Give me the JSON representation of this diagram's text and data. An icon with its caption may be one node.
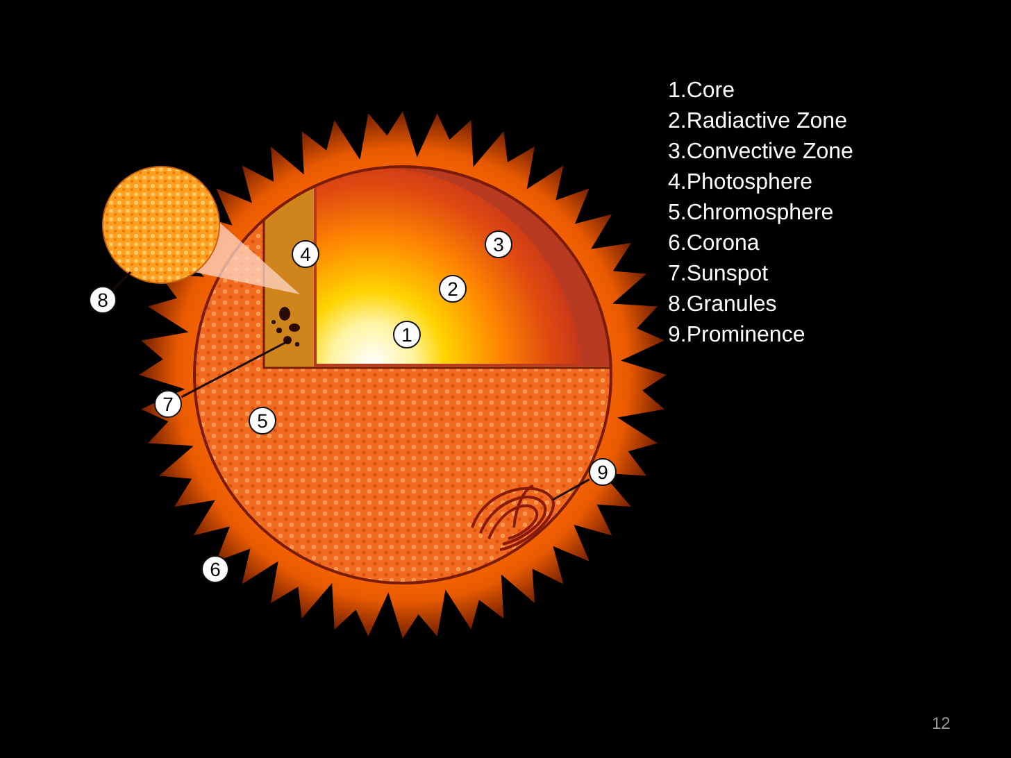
{
  "diagram": {
    "nodes": [
      {
        "text": [
          "1"
        ]
      },
      {
        "text": [
          "2"
        ]
      },
      {
        "text": [
          "3"
        ]
      },
      {
        "text": [
          "4"
        ]
      },
      {
        "text": [
          "5"
        ]
      },
      {
        "text": [
          "6"
        ]
      },
      {
        "text": [
          "7"
        ]
      },
      {
        "text": [],
        "shape": "picture"
      },
      {
        "text": [
          "8"
        ]
      },
      {
        "text": [],
        "shape": "circle"
      },
      {
        "text": [
          "9"
        ]
      },
      {
        "text": [],
        "shape": "picture"
      }
    ],
    "edges": [
      {
        "from": 6,
        "to": 7,
        "arrow": "none"
      },
      {
        "from": 8,
        "to": 9,
        "arrow": "none"
      },
      {
        "from": 10,
        "to": 11,
        "arrow": "none"
      }
    ],
    "labels": [
      "1.Core",
      "2.Radiactive Zone",
      "3.Convective Zone",
      "4.Photosphere",
      "5.Chromosphere",
      "6.Corona",
      "7.Sunspot",
      "8.Granules",
      "9.Prominence",
      "12"
    ]
  }
}
